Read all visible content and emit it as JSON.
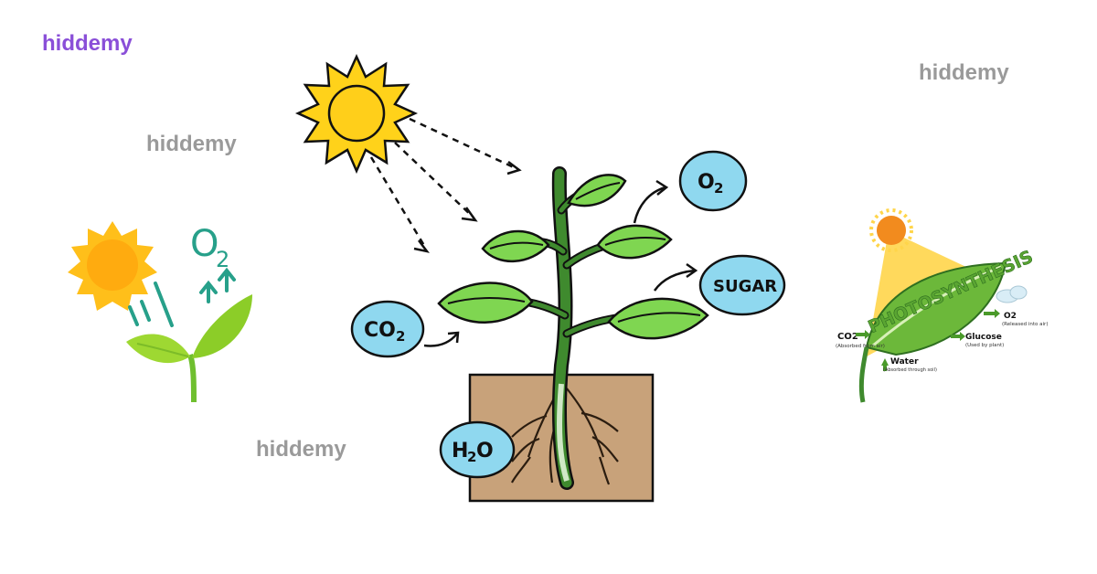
{
  "brand": "hiddemy",
  "watermarks": [
    "hiddemy",
    "hiddemy",
    "hiddemy"
  ],
  "center": {
    "outputs": [
      {
        "label": "O2",
        "sub": "2",
        "base": "O"
      },
      {
        "label": "SUGAR"
      }
    ],
    "inputs": [
      {
        "label": "CO2",
        "base": "CO",
        "sub": "2"
      },
      {
        "label": "H2O",
        "base": "H",
        "sub": "2",
        "tail": "O"
      }
    ]
  },
  "left": {
    "o2_base": "O",
    "o2_sub": "2"
  },
  "right": {
    "title": "PHOTOSYNTHESIS",
    "co2": "CO2",
    "co2_note": "(Absorbed from air)",
    "water": "Water",
    "water_note": "(Absorbed through soil)",
    "glucose": "Glucose",
    "glucose_note": "(Used by plant)",
    "o2": "O2",
    "o2_note": "(Released into air)"
  },
  "colors": {
    "leaf": "#7fd651",
    "stem": "#3f8a2e",
    "bubble": "#8fd8ef",
    "soil": "#c8a27a",
    "sun": "#ffd21a"
  }
}
